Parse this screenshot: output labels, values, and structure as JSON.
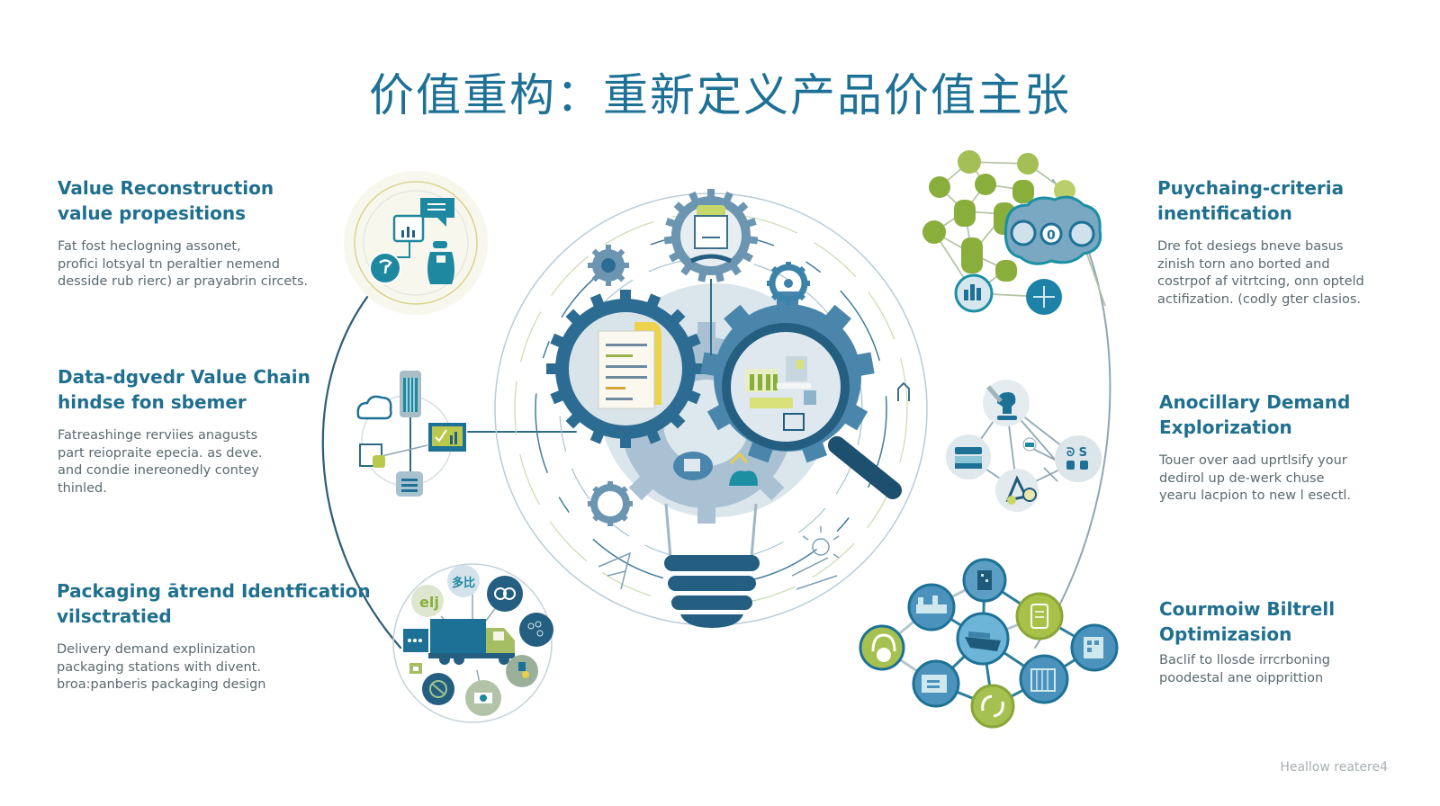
{
  "title": "价值重构：重新定义产品价值主张",
  "sections": [
    {
      "heading_line1": "Value Reconstruction",
      "heading_line2": "value propesitions",
      "body": [
        "Fat fost heclogning assonet,",
        "profici lotsyal tn peraltier nemend",
        "desside rub rierc) ar prayabrin circets."
      ]
    },
    {
      "heading_line1": "Data-dgvedr Value Chain",
      "heading_line2": "hindse fon sbemer",
      "body": [
        "Fatreashinge rerviies anagusts",
        "part reiopraite epecia. as deve.",
        "and condie inereonedly contey",
        "thinled."
      ]
    },
    {
      "heading_line1": "Packaging ātrend Identfication",
      "heading_line2": "vilsctratied",
      "body": [
        "Delivery demand explinization",
        "packaging stations with divent.",
        "broa:panberis packaging design"
      ]
    },
    {
      "heading_line1": "Puychaing-criteria",
      "heading_line2": "inentification",
      "body": [
        "Dre fot desiegs bneve basus",
        "zinish torn ano borted and",
        "costrpof af vitrtcing, onn opteld",
        "actifization. (codly gter clasios."
      ]
    },
    {
      "heading_line1": "Anocillary Demand",
      "heading_line2": "Explorization",
      "body": [
        "Touer over aad uprtlsify your",
        "dedirol up de-werk chuse",
        "yearu lacpion to new l esectl."
      ]
    },
    {
      "heading_line1": "Courmoiw Biltrell",
      "heading_line2": "Optimizasion",
      "body": [
        "Baclif to llosde irrcrboning",
        "poodestal ane oipprittion"
      ]
    }
  ],
  "footer": "Heallow reatere4",
  "icons": {
    "center": [
      "lightbulb-icon",
      "gear-icon",
      "document-icon",
      "magnifier-icon",
      "cloud-icon"
    ],
    "top_left": [
      "chat-bubble-icon",
      "chart-document-icon",
      "phone-icon",
      "jar-icon"
    ],
    "mid_left": [
      "cloud-icon",
      "server-tower-icon",
      "chart-monitor-icon",
      "calendar-icon",
      "database-icon"
    ],
    "bottom_left": [
      "delivery-truck-icon",
      "leaf-icon",
      "recycle-icon",
      "globe-icon"
    ],
    "top_right": [
      "network-nodes-icon",
      "brain-cloud-icon",
      "plus-icon",
      "factory-icon"
    ],
    "mid_right": [
      "lamp-icon",
      "box-icon",
      "glasses-icon",
      "basket-icon"
    ],
    "bottom_right": [
      "building-icon",
      "ship-icon",
      "headset-icon",
      "document-icon",
      "recycle-icon"
    ]
  },
  "colors": {
    "primary": "#1e7196",
    "dark_blue": "#245e80",
    "steel": "#4a86ab",
    "light_blue": "#c9dde8",
    "green": "#8aae3c",
    "yellow": "#e8cf4a",
    "teal": "#1c8fa3",
    "text": "#5a6970"
  }
}
